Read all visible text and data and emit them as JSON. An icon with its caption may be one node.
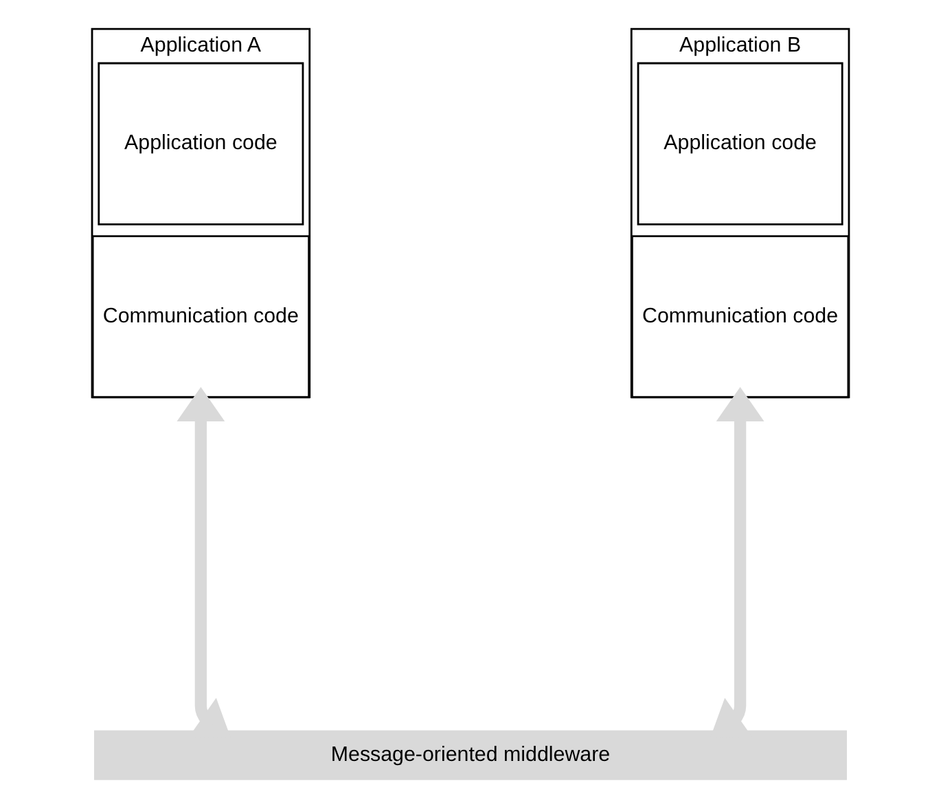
{
  "diagram": {
    "nodes": [
      {
        "text": [
          "Application A"
        ]
      },
      {
        "text": [
          "Application code"
        ],
        "in": 0
      },
      {
        "text": [
          "Communication code"
        ],
        "in": 0
      },
      {
        "text": [
          "Application B"
        ]
      },
      {
        "text": [
          "Application code"
        ],
        "in": 3
      },
      {
        "text": [
          "Communication code"
        ],
        "in": 3
      },
      {
        "text": [
          "Message-oriented middleware"
        ]
      }
    ],
    "edges": [
      {
        "from": 2,
        "to": 6,
        "arrow": "both"
      },
      {
        "from": 5,
        "to": 6,
        "arrow": "both"
      }
    ]
  }
}
